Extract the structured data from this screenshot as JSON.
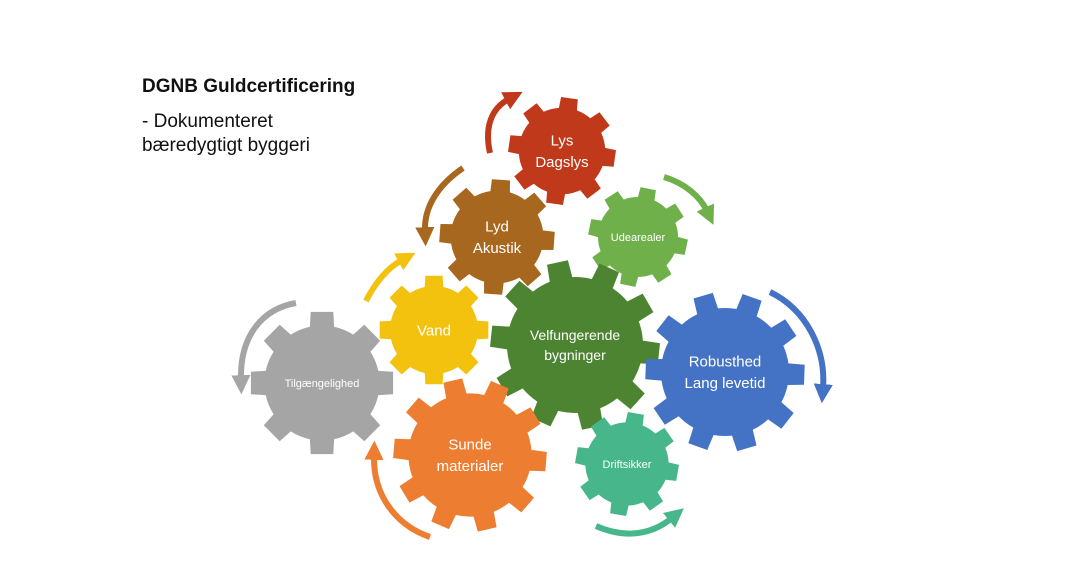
{
  "heading": "DGNB Guldcertificering",
  "subtitle_lines": [
    "- Dokumenteret",
    "bæredygtigt byggeri"
  ],
  "gears": [
    {
      "id": "lys",
      "lines": [
        "Lys",
        "Dagslys"
      ],
      "color": "#c0391a"
    },
    {
      "id": "lyd",
      "lines": [
        "Lyd",
        "Akustik"
      ],
      "color": "#a8671e"
    },
    {
      "id": "udearealer",
      "lines": [
        "Udearealer"
      ],
      "color": "#6fb04b"
    },
    {
      "id": "vand",
      "lines": [
        "Vand"
      ],
      "color": "#f2c20e"
    },
    {
      "id": "velfungerende",
      "lines": [
        "Velfungerende",
        "bygninger"
      ],
      "color": "#4d8432"
    },
    {
      "id": "robusthed",
      "lines": [
        "Robusthed",
        "Lang levetid"
      ],
      "color": "#4473c5"
    },
    {
      "id": "tilgaengelighed",
      "lines": [
        "Tilgængelighed"
      ],
      "color": "#a5a5a5"
    },
    {
      "id": "sunde",
      "lines": [
        "Sunde",
        "materialer"
      ],
      "color": "#ed7d31"
    },
    {
      "id": "driftsikker",
      "lines": [
        "Driftsikker"
      ],
      "color": "#47b78b"
    }
  ]
}
